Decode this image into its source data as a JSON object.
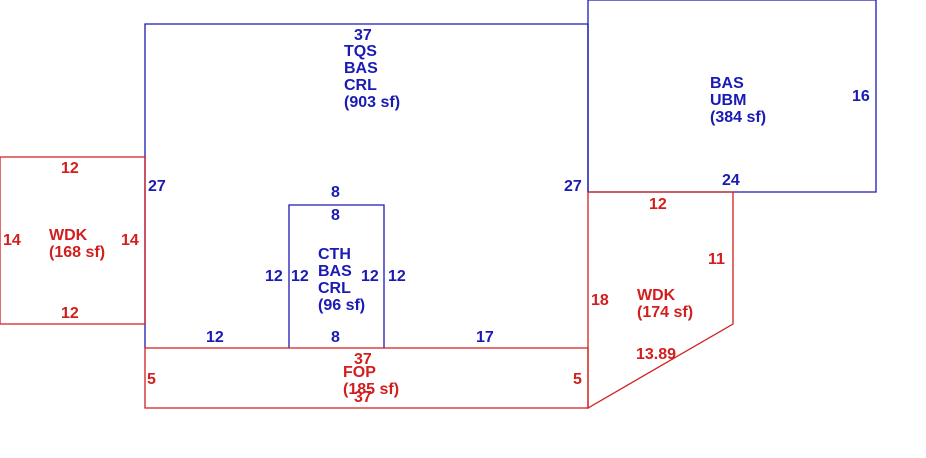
{
  "colors": {
    "main": "#1a1ab4",
    "addition": "#d21e1e",
    "background": "#ffffff"
  },
  "areas": {
    "tqs": {
      "line1": "TQS",
      "line2": "BAS",
      "line3": "CRL",
      "area": "(903 sf)"
    },
    "bas_ubm": {
      "line1": "BAS",
      "line2": "UBM",
      "area": "(384 sf)"
    },
    "cth": {
      "line1": "CTH",
      "line2": "BAS",
      "line3": "CRL",
      "area": "(96 sf)"
    },
    "wdk_left": {
      "line1": "WDK",
      "area": "(168 sf)"
    },
    "wdk_right": {
      "line1": "WDK",
      "area": "(174 sf)"
    },
    "fop": {
      "line1": "FOP",
      "area": "(185 sf)"
    }
  },
  "dimensions": {
    "tqs_top": "37",
    "tqs_left": "27",
    "tqs_right": "27",
    "tqs_bottom_left": "12",
    "tqs_bottom_right": "17",
    "bas_right": "16",
    "bas_bottom": "24",
    "cth_top_outer": "8",
    "cth_top_inner": "8",
    "cth_bottom": "8",
    "cth_left_outer": "12",
    "cth_left_inner": "12",
    "cth_right_inner": "12",
    "cth_right_outer": "12",
    "wdk_left_top": "12",
    "wdk_left_bottom": "12",
    "wdk_left_left": "14",
    "wdk_left_right": "14",
    "wdk_right_top": "12",
    "wdk_right_right": "11",
    "wdk_right_left": "18",
    "wdk_right_diag": "13.89",
    "fop_top": "37",
    "fop_bottom": "37",
    "fop_left": "5",
    "fop_right": "5"
  }
}
